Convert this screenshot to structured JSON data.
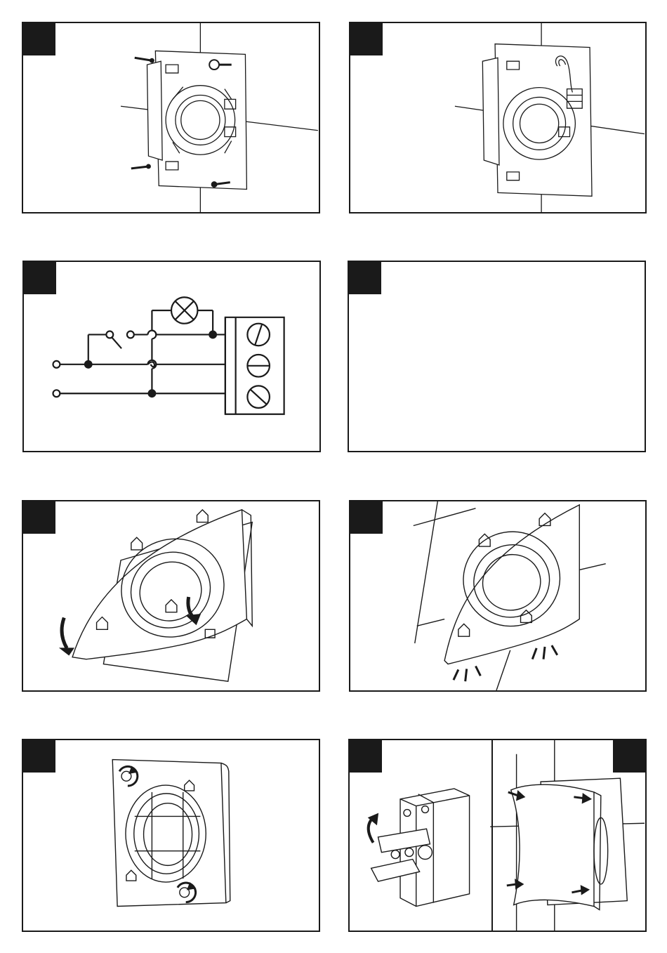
{
  "panels": [
    {
      "id": 1,
      "badge": "",
      "scene": "mounting-screws"
    },
    {
      "id": 2,
      "badge": "",
      "scene": "cable-connection"
    },
    {
      "id": 3,
      "badge": "",
      "scene": "wiring-diagram"
    },
    {
      "id": 4,
      "badge": "",
      "scene": "blank"
    },
    {
      "id": 5,
      "badge": "",
      "scene": "attach-front-cover"
    },
    {
      "id": 6,
      "badge": "",
      "scene": "cover-click-on-wall"
    },
    {
      "id": 7,
      "badge": "",
      "scene": "tighten-cover-screws"
    },
    {
      "id": 8,
      "badge": "",
      "badge_right": "",
      "scene": "switch-on-and-attach-fascia"
    }
  ],
  "colors": {
    "ink": "#1a1a1a",
    "paper": "#ffffff",
    "badge": "#1a1a1a"
  },
  "icons": [
    "screw-icon",
    "lamp-icon",
    "switch-icon",
    "terminal-block-icon",
    "rotate-arrow-icon",
    "push-arrow-icon",
    "circuit-breaker-icon"
  ]
}
